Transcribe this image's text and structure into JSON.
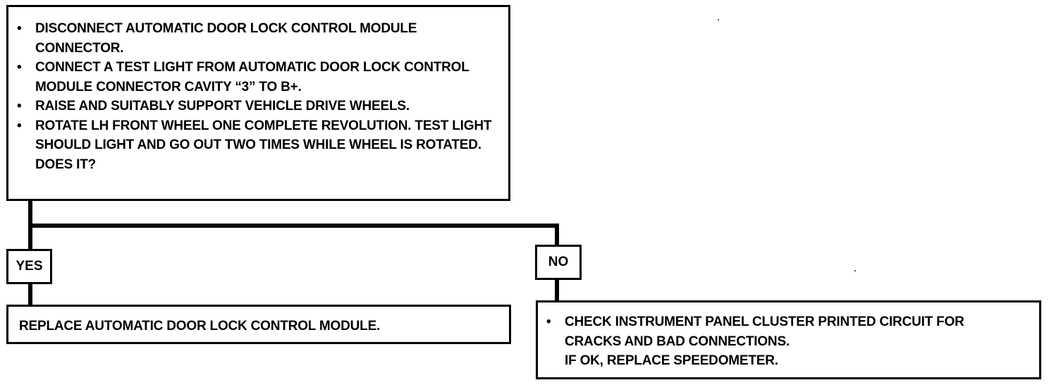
{
  "decision": {
    "steps": [
      "DISCONNECT AUTOMATIC DOOR LOCK CONTROL MODULE CONNECTOR.",
      "CONNECT A TEST LIGHT FROM AUTOMATIC DOOR LOCK CONTROL MODULE CONNECTOR CAVITY “3” TO B+.",
      "RAISE AND SUITABLY SUPPORT VEHICLE DRIVE WHEELS.",
      "ROTATE LH FRONT WHEEL ONE COMPLETE REVOLUTION. TEST LIGHT SHOULD LIGHT AND GO OUT TWO TIMES WHILE WHEEL IS ROTATED."
    ],
    "question": "DOES IT?"
  },
  "yes": {
    "label": "YES",
    "action": "REPLACE AUTOMATIC DOOR LOCK CONTROL MODULE."
  },
  "no": {
    "label": "NO",
    "steps": [
      "CHECK INSTRUMENT PANEL CLUSTER PRINTED CIRCUIT FOR CRACKS AND BAD CONNECTIONS."
    ],
    "followup": "IF OK, REPLACE SPEEDOMETER."
  }
}
